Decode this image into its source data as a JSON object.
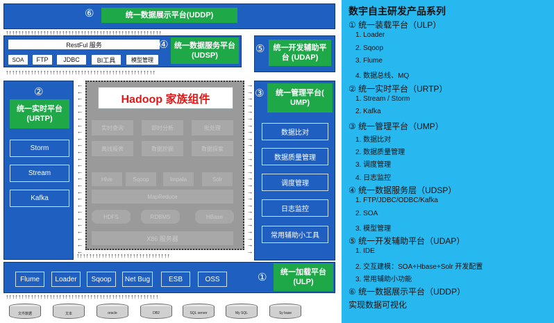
{
  "udpp": {
    "num": "⑥",
    "label": "统一数据展示平台(UDDP)"
  },
  "udsp": {
    "num": "④",
    "label": "统一数据服务平台\n(UDSP)",
    "restful": "RestFul 服务",
    "items": [
      "SOA",
      "FTP",
      "JDBC",
      "BI工具",
      "模型管理"
    ]
  },
  "udap": {
    "num": "⑤",
    "label": "统一开发辅助平\n台 (UDAP)"
  },
  "urtp": {
    "num": "②",
    "label": "统一实时平台\n(URTP)",
    "items": [
      "Storm",
      "Stream",
      "Kafka"
    ]
  },
  "hadoop": {
    "title": "Hadoop 家族组件",
    "ghost_row1": [
      "实时查询",
      "即时分析",
      "批处理"
    ],
    "ghost_row2": [
      "离线报表",
      "数据挖掘",
      "数据探索"
    ],
    "ghost_row3": [
      "Hive",
      "Sqoop",
      "Impala",
      "Solr"
    ],
    "mapreduce": "MapReduce",
    "ghost_row4": [
      "HDFS",
      "RDBMS",
      "HBase"
    ],
    "server": "X86 服务器"
  },
  "ump": {
    "num": "③",
    "label": "统一管理平台(\nUMP)",
    "items": [
      "数据比对",
      "数据质量管理",
      "调度管理",
      "日志监控",
      "常用辅助小工具"
    ]
  },
  "ulp": {
    "num": "①",
    "label": "统一加载平台\n(ULP)",
    "items": [
      "Flume",
      "Loader",
      "Sqoop",
      "Net Bug",
      "ESB",
      "OSS"
    ]
  },
  "databases": [
    "文件数据",
    "文本",
    "oracle",
    "DB2",
    "SQL server",
    "My SQL",
    "Sy base"
  ],
  "panel": {
    "title": "数宇自主研发产品系列",
    "lines": [
      {
        "level": 1,
        "text": "①      统一装载平台（ULP）"
      },
      {
        "level": 2,
        "text": "1.       Loader"
      },
      {
        "level": 2,
        "text": "2.       Sqoop"
      },
      {
        "level": 2,
        "text": "3.       Flume"
      },
      {
        "level": 2,
        "text": "4.       数据总线、MQ"
      },
      {
        "level": 1,
        "text": "②      统一实时平台（URTP）"
      },
      {
        "level": 2,
        "text": "1.       Stream  / Storm"
      },
      {
        "level": 2,
        "text": "2.       Kafka"
      },
      {
        "level": 1,
        "text": "③      统一管理平台（UMP）"
      },
      {
        "level": 2,
        "text": "1.       数据比对"
      },
      {
        "level": 2,
        "text": "2.       数据质量管理"
      },
      {
        "level": 2,
        "text": "3.       调度管理"
      },
      {
        "level": 2,
        "text": "4.       日志监控"
      },
      {
        "level": 1,
        "text": "④      统一数据服务层（UDSP）"
      },
      {
        "level": 2,
        "text": "1.       FTP/JDBC/ODBC/Kafka"
      },
      {
        "level": 2,
        "text": "2.       SOA"
      },
      {
        "level": 2,
        "text": "3.       模型管理"
      },
      {
        "level": 1,
        "text": "⑤      统一开发辅助平台（UDAP）"
      },
      {
        "level": 2,
        "text": "1.     IDE"
      },
      {
        "level": 2,
        "text": "2.     交互建模：SOA+Hbase+Solr  开发配置"
      },
      {
        "level": 2,
        "text": "3.     常用辅助小功能"
      },
      {
        "level": 1,
        "text": "⑥      统一数据展示平台（UDDP）"
      },
      {
        "level": 1,
        "text": "         实现数据可视化"
      }
    ]
  }
}
